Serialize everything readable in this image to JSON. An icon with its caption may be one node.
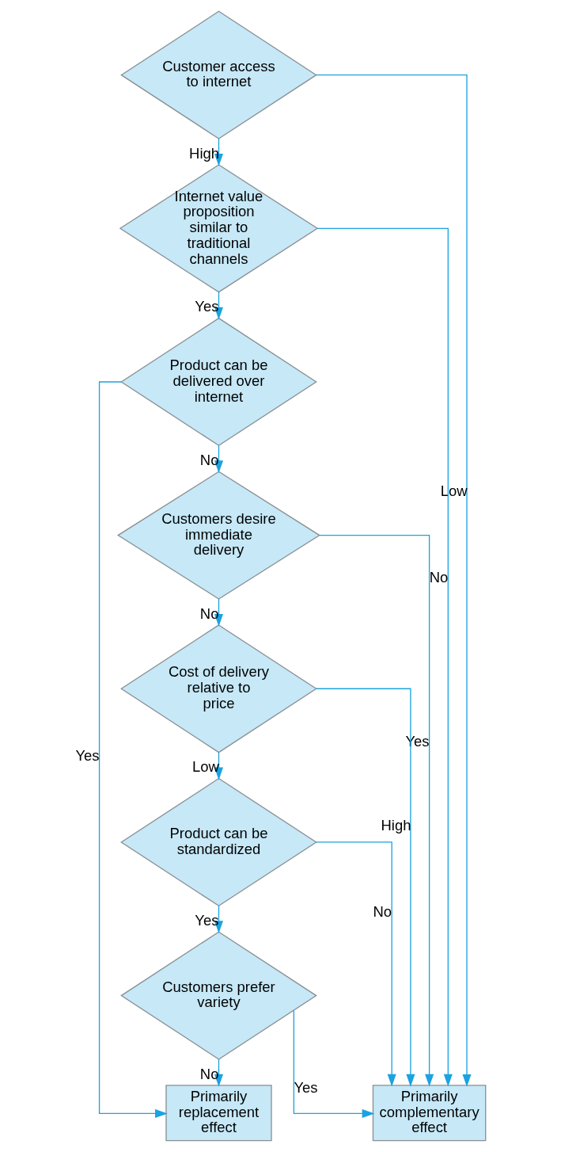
{
  "diagram": {
    "nodes": [
      {
        "text": [
          "Customer access to internet"
        ]
      },
      {
        "text": [
          "Internet value proposition similar to traditional channels"
        ]
      },
      {
        "text": [
          "Product can be delivered over internet"
        ]
      },
      {
        "text": [
          "Customers desire immediate delivery"
        ]
      },
      {
        "text": [
          "Cost of delivery relative to price"
        ]
      },
      {
        "text": [
          "Product can be standardized"
        ]
      },
      {
        "text": [
          "Customers prefer variety"
        ]
      },
      {
        "text": [
          "Primarily replacement effect"
        ]
      },
      {
        "text": [
          "Primarily complementary effect"
        ]
      }
    ],
    "edges": [
      {
        "from": 0,
        "to": 8,
        "arrow": "to",
        "label": "Low"
      },
      {
        "from": 0,
        "to": 1,
        "arrow": "to",
        "label": "High"
      },
      {
        "from": 1,
        "to": 8,
        "arrow": "to",
        "label": "No"
      },
      {
        "from": 1,
        "to": 2,
        "arrow": "to",
        "label": "Yes"
      },
      {
        "from": 2,
        "to": 7,
        "arrow": "to",
        "label": "Yes"
      },
      {
        "from": 2,
        "to": 3,
        "arrow": "to",
        "label": "No"
      },
      {
        "from": 3,
        "to": 8,
        "arrow": "to",
        "label": "Yes"
      },
      {
        "from": 3,
        "to": 4,
        "arrow": "to",
        "label": "No"
      },
      {
        "from": 4,
        "to": 8,
        "arrow": "to",
        "label": "High"
      },
      {
        "from": 4,
        "to": 5,
        "arrow": "to",
        "label": "Low"
      },
      {
        "from": 5,
        "to": 8,
        "arrow": "to",
        "label": "No"
      },
      {
        "from": 5,
        "to": 6,
        "arrow": "to",
        "label": "Yes"
      },
      {
        "from": 6,
        "to": 7,
        "arrow": "to",
        "label": "No"
      },
      {
        "from": 6,
        "to": 8,
        "arrow": "to",
        "label": "Yes"
      }
    ]
  }
}
